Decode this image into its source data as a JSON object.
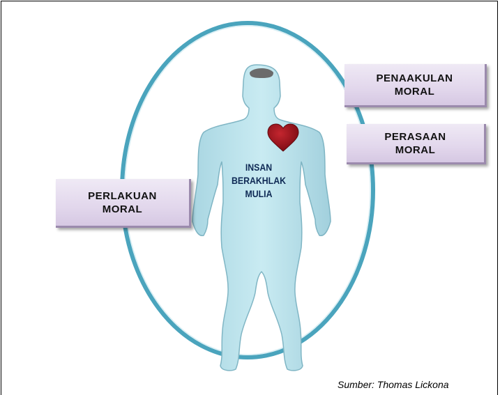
{
  "boxes": {
    "penaakulan": "PENAAKULAN\nMORAL",
    "perasaan": "PERASAAN\nMORAL",
    "perlakuan": "PERLAKUAN\nMORAL"
  },
  "center_label": "INSAN\nBERAKHLAK\nMULIA",
  "source": "Sumber: Thomas Lickona",
  "icons": {
    "heart": "heart-icon",
    "figure": "human-figure"
  },
  "colors": {
    "ellipse": "#4aa4bd",
    "figure_fill": "#b7dfe8",
    "heart": "#8a0f17",
    "box_fill": "#e2d7ec",
    "label_text": "#0f2a55"
  }
}
